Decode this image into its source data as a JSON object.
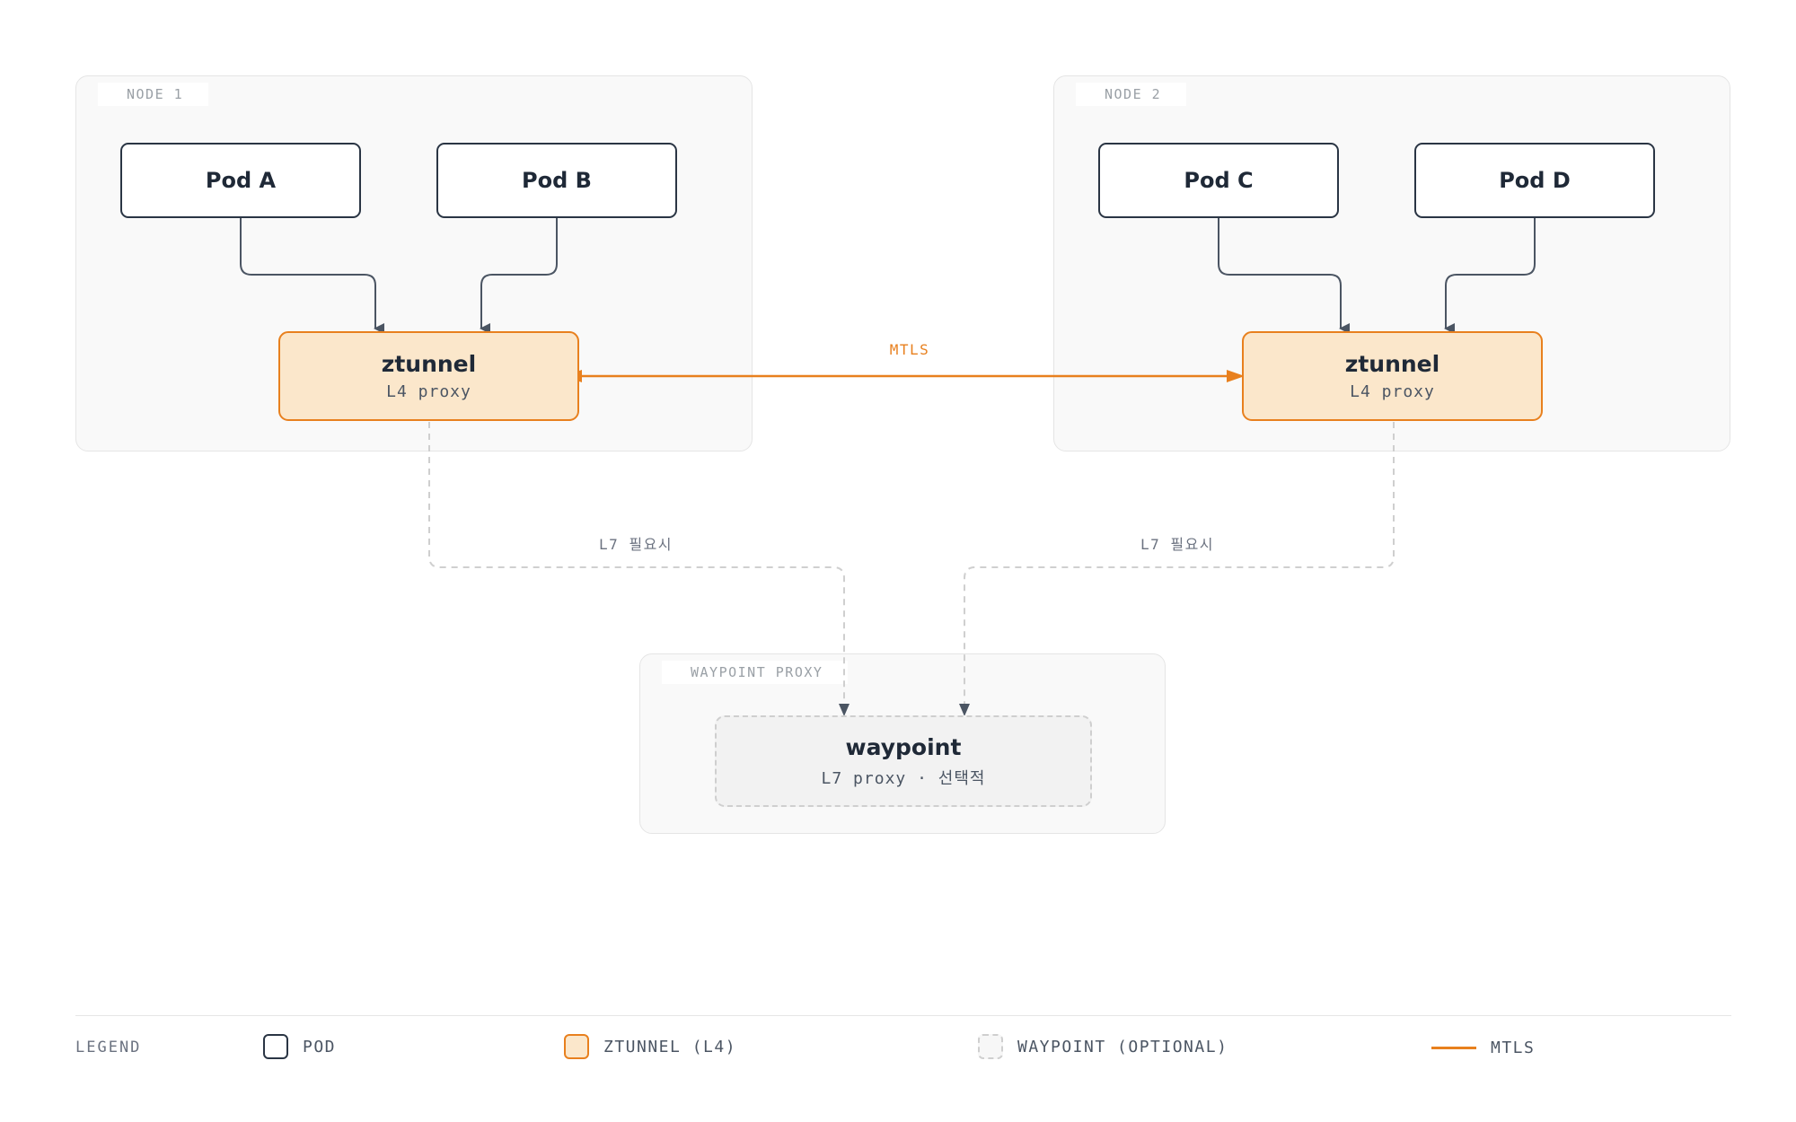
{
  "groups": {
    "node1": "NODE 1",
    "node2": "NODE 2",
    "waypoint": "WAYPOINT PROXY"
  },
  "pods": {
    "a": "Pod A",
    "b": "Pod B",
    "c": "Pod C",
    "d": "Pod D"
  },
  "ztunnel": {
    "title": "ztunnel",
    "subtitle": "L4 proxy"
  },
  "waypoint": {
    "title": "waypoint",
    "subtitle": "L7 proxy · 선택적"
  },
  "edges": {
    "mtls": "MTLS",
    "l7_left": "L7 필요시",
    "l7_right": "L7 필요시"
  },
  "legend": {
    "title": "LEGEND",
    "pod": "POD",
    "ztunnel": "ZTUNNEL (L4)",
    "waypoint": "WAYPOINT (OPTIONAL)",
    "mtls": "MTLS"
  },
  "colors": {
    "accent": "#e8801e",
    "ztunnel_fill": "#fbe7cb",
    "pod_border": "#2a3544",
    "dashed": "#cfcfcf"
  }
}
